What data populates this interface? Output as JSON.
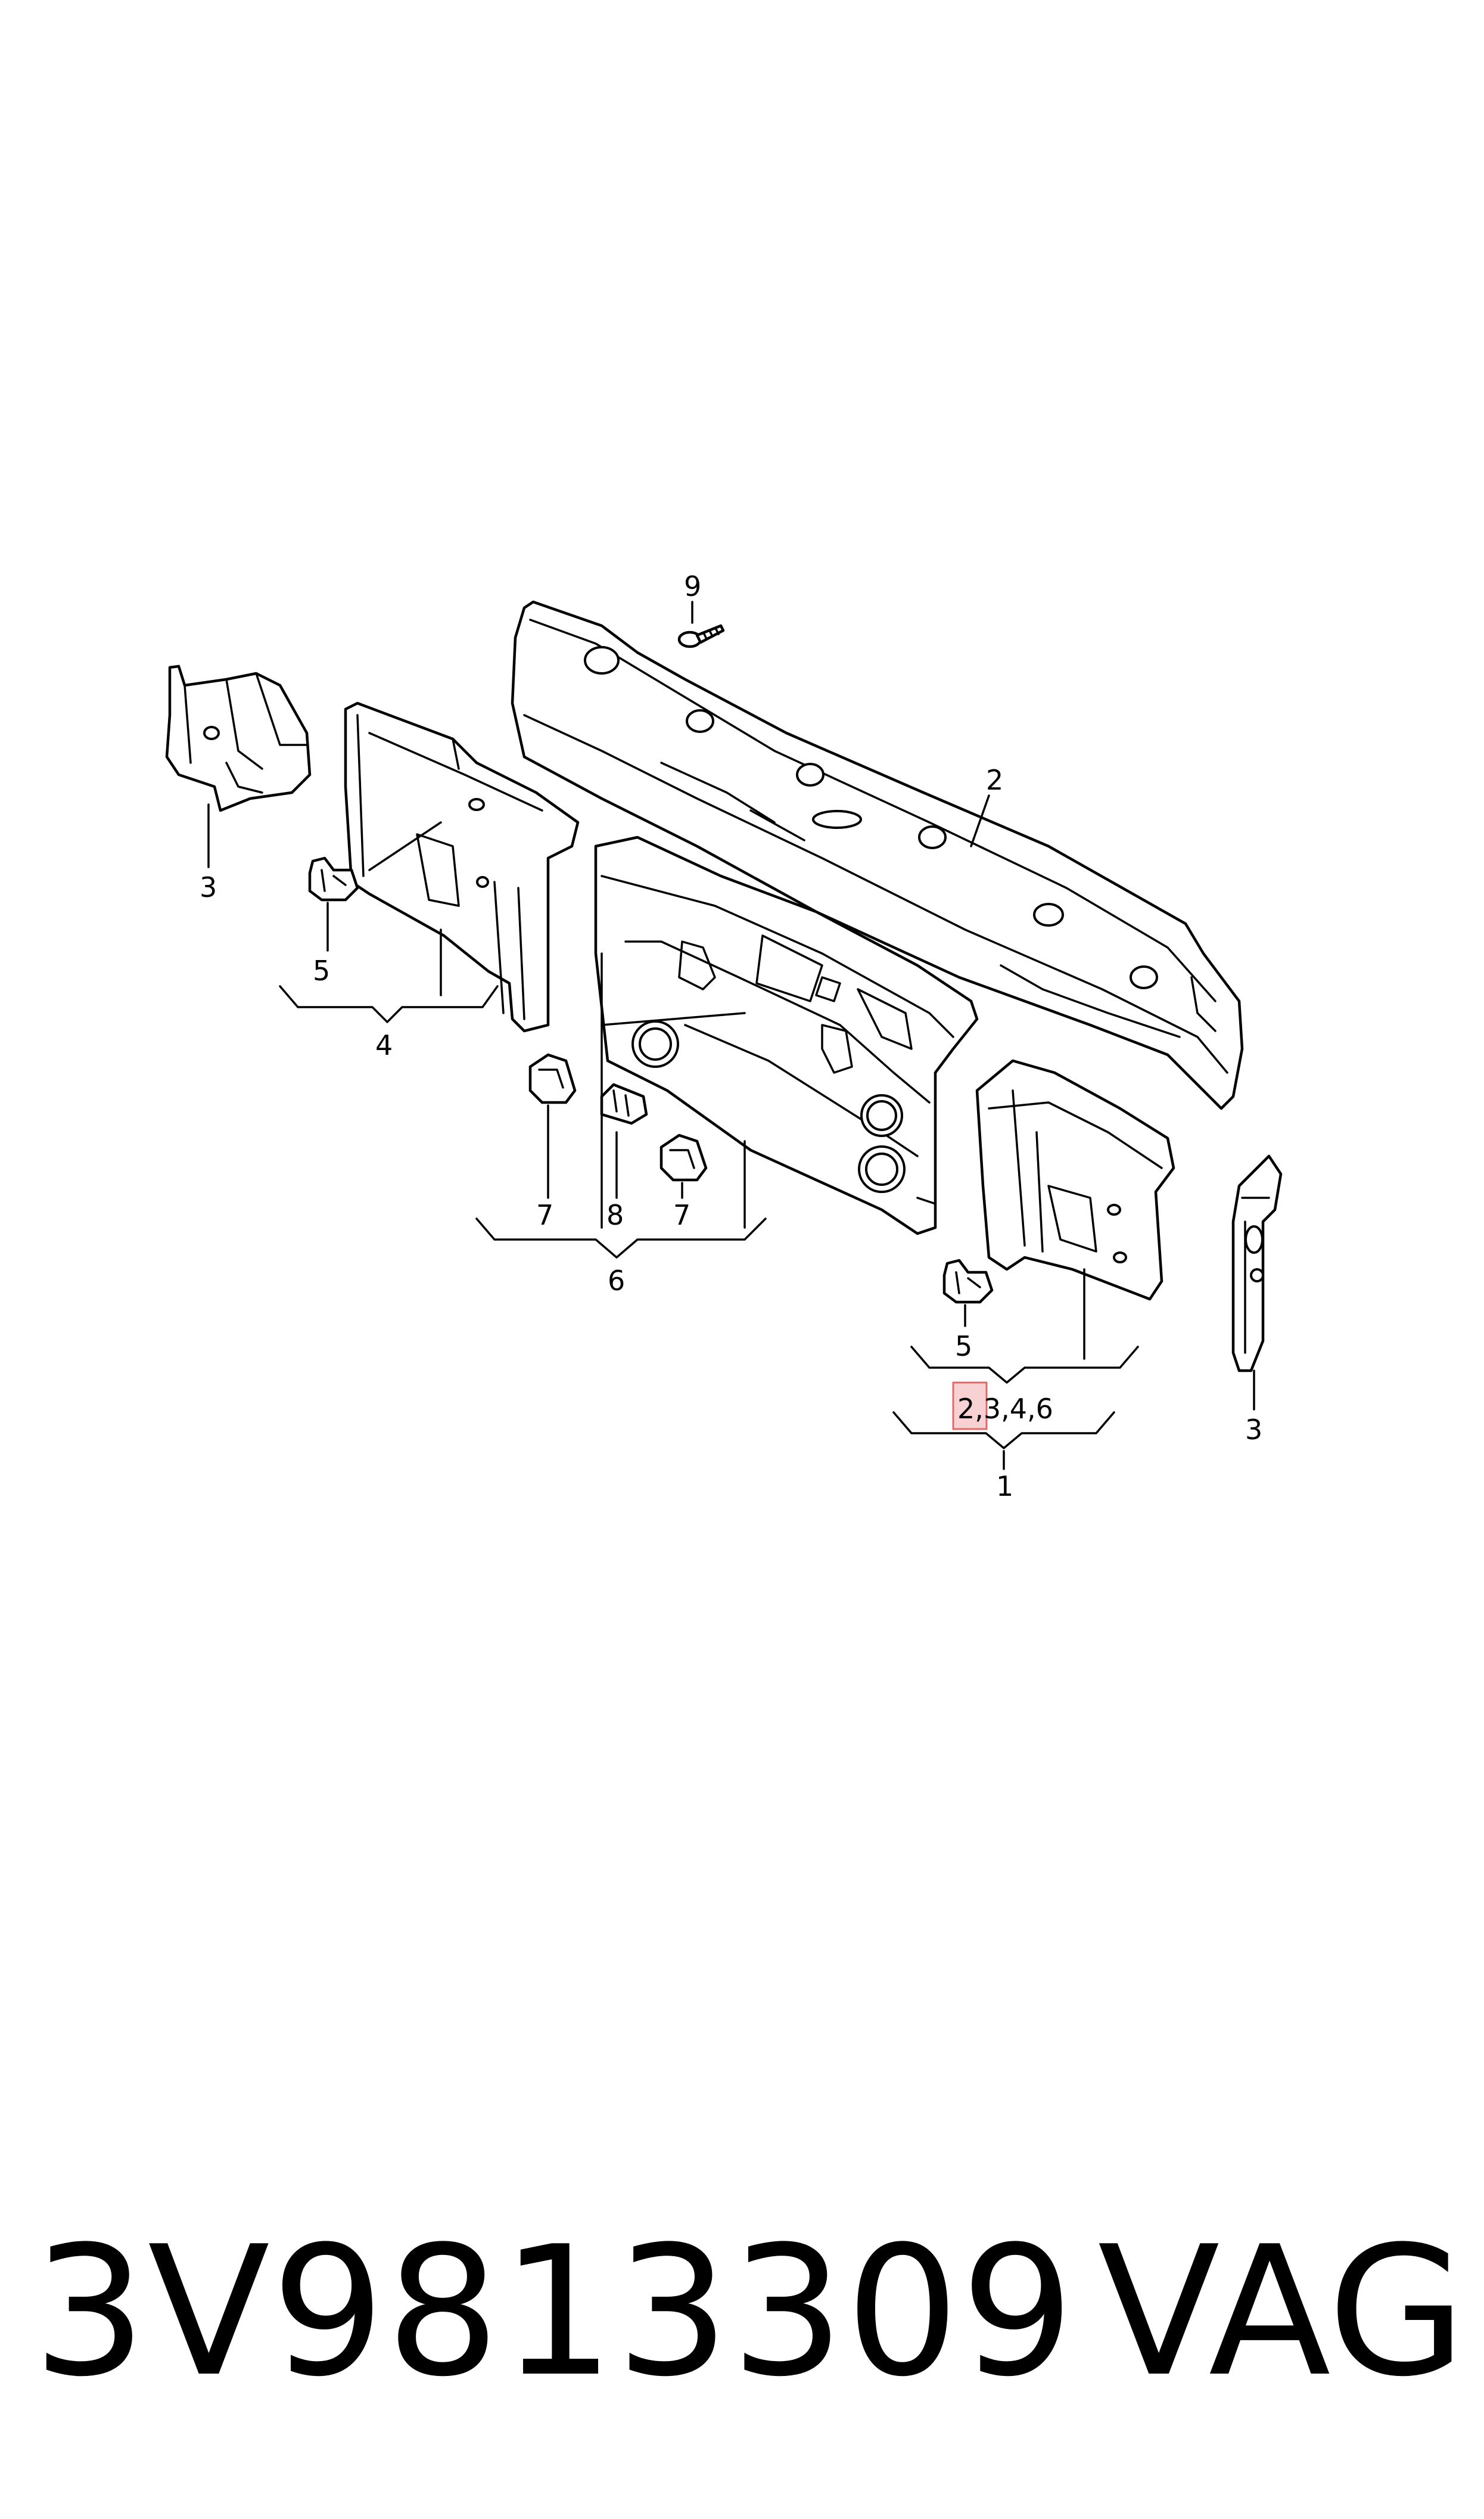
{
  "callouts": {
    "c9": "9",
    "c2": "2",
    "c3_left": "3",
    "c3_right": "3",
    "c5_left": "5",
    "c5_right": "5",
    "c4": "4",
    "c7_left": "7",
    "c8": "8",
    "c7_right": "7",
    "c6": "6",
    "c1": "1",
    "c1_components_first": "2",
    "c1_components_rest": ",3,4,6"
  },
  "highlight": {
    "color": "#f7c9cb",
    "border": "#d9534f"
  },
  "footer": {
    "part_number": "3V9813309",
    "brand": "VAG"
  }
}
